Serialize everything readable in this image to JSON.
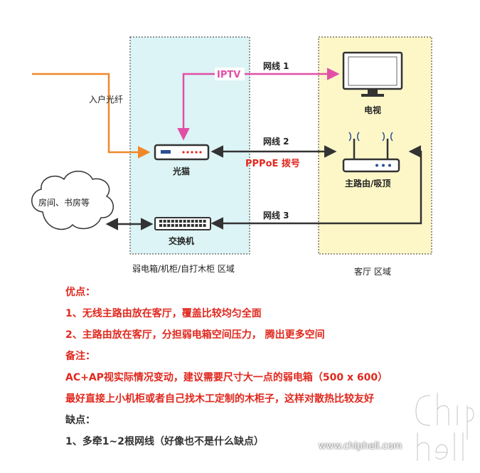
{
  "zones": {
    "left": {
      "label": "弱电箱/机柜/自打木柜 区域",
      "fill": "#dcf4f5"
    },
    "right": {
      "label": "客厅 区域",
      "fill": "#fdf7c8"
    }
  },
  "devices": {
    "tv": {
      "label": "电视",
      "icon": "monitor-icon"
    },
    "modem": {
      "label": "光猫",
      "icon": "modem-icon"
    },
    "router": {
      "label": "主路由/吸顶",
      "icon": "router-icon"
    },
    "switch": {
      "label": "交换机",
      "icon": "switch-icon"
    },
    "cloud": {
      "label": "房间、书房等",
      "icon": "cloud-icon"
    }
  },
  "links": {
    "fiber_label": "入户光纤",
    "iptv_label": "IPTV",
    "cable1_label": "网线 1",
    "cable2_label": "网线 2",
    "pppoe_label": "PPPoE 拨号",
    "cable3_label": "网线 3"
  },
  "colors": {
    "fiber": "#f0882a",
    "iptv": "#e24fa6",
    "cable": "#333333",
    "red_text": "#e0281e"
  },
  "notes": [
    {
      "text": "优点：",
      "style": "red"
    },
    {
      "text": "1、无线主路由放在客厅，覆盖比较均匀全面",
      "style": "red"
    },
    {
      "text": "2、主路由放在客厅，分担弱电箱空间压力， 腾出更多空间",
      "style": "red"
    },
    {
      "text": "备注：",
      "style": "red"
    },
    {
      "text": "AC+AP视实际情况变动，建议需要尺寸大一点的弱电箱（500 x 600）",
      "style": "red"
    },
    {
      "text": "最好直接上小机柜或者自己找木工定制的木柜子，这样对散热比较友好",
      "style": "red"
    },
    {
      "text": "缺点：",
      "style": "dark"
    },
    {
      "text": "1、多牵1~2根网线（好像也不是什么缺点）",
      "style": "dark"
    }
  ],
  "watermark": {
    "text": "www.chiphell.com",
    "logo": "chiphell-logo"
  }
}
